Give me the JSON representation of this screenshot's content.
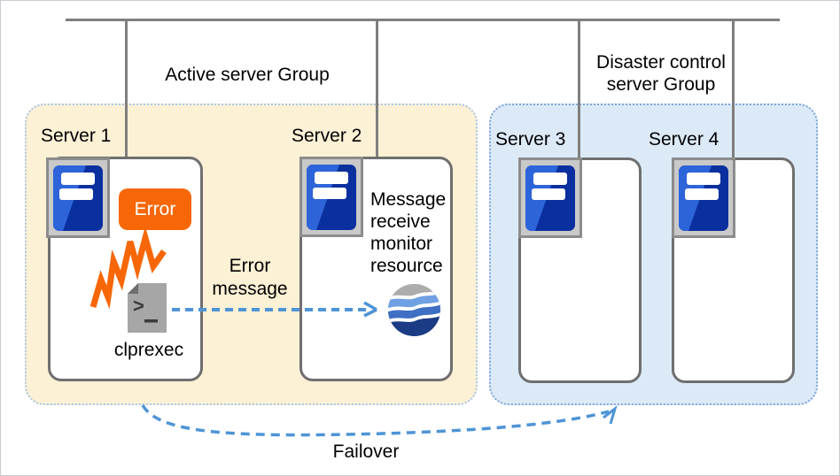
{
  "groups": {
    "active": {
      "label": "Active server Group",
      "fill": "#FCF0D5",
      "border_color": "#A5C9EC"
    },
    "disaster": {
      "label": "Disaster control server Group",
      "fill": "#DCE9F7",
      "border_color": "#7FA8DC"
    }
  },
  "servers": [
    {
      "label": "Server 1"
    },
    {
      "label": "Server 2"
    },
    {
      "label": "Server 3"
    },
    {
      "label": "Server 4"
    }
  ],
  "server1": {
    "error_badge": "Error",
    "file_label": "clprexec",
    "file_glyph_prompt": ">"
  },
  "server2": {
    "resource_label": "Message receive monitor resource"
  },
  "arrows": {
    "error_message_label": "Error message",
    "failover_label": "Failover",
    "color": "#4E94D6"
  },
  "colors": {
    "network_line_gray": "#7F7F7F",
    "server_box_border": "#6F6F6F",
    "icon_box_fill": "#C9C9C9",
    "tower_blue_dark": "#0A2F9E",
    "tower_blue_light": "#2E64D9",
    "orange": "#F76707",
    "globe_gray": "#ACACAC",
    "globe_light_blue": "#6FA0E3",
    "globe_mid_blue": "#3F6FC4",
    "globe_navy": "#1C3B85"
  }
}
